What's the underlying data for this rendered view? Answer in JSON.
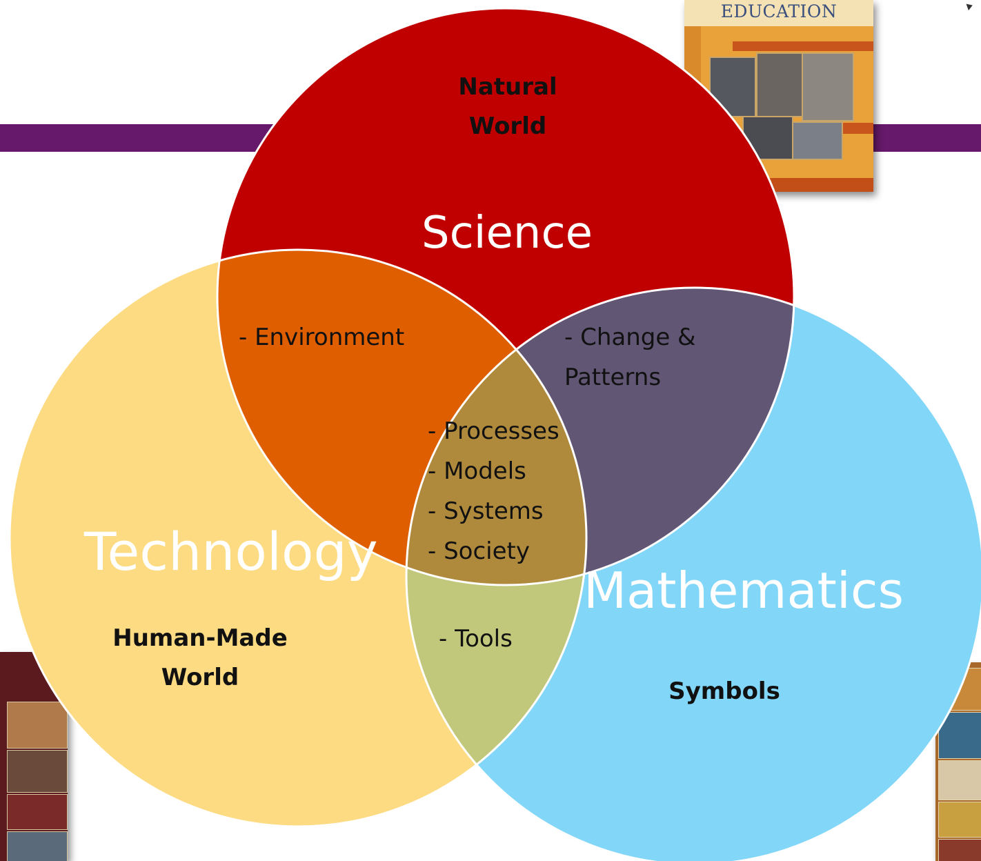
{
  "diagram": {
    "type": "venn-3",
    "sets": {
      "science": {
        "label": "Science",
        "sublabel_lines": [
          "Natural",
          "World"
        ],
        "color": "#c00000"
      },
      "technology": {
        "label": "Technology",
        "sublabel_lines": [
          "Human-Made",
          "World"
        ],
        "color": "#fddb82"
      },
      "mathematics": {
        "label": "Mathematics",
        "sublabel": "Symbols",
        "color": "#82d6f8"
      }
    },
    "overlaps": {
      "science_technology": {
        "items": [
          "- Environment"
        ],
        "color": "#de5e00"
      },
      "science_mathematics": {
        "items": [
          "- Change &",
          "Patterns"
        ],
        "color": "#625675"
      },
      "technology_mathematics": {
        "items": [
          "- Tools"
        ],
        "color": "#c2c87b"
      },
      "all_three": {
        "items": [
          "- Processes",
          "- Models",
          "- Systems",
          "- Society"
        ],
        "color": "#b08a3c"
      }
    }
  },
  "images": {
    "top_book_title": "EDUCATION"
  },
  "colors": {
    "purple_bar": "#66196a",
    "circle_outline": "#ffffff",
    "big_label": "#ffffff",
    "text": "#111111"
  }
}
